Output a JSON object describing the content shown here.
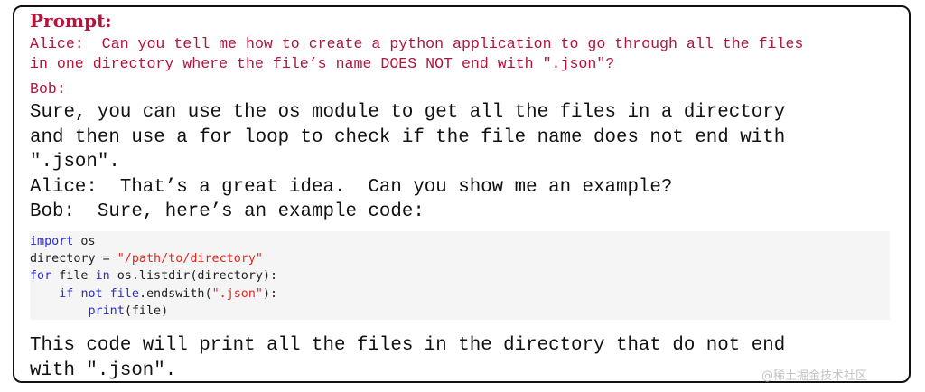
{
  "prompt_title": "Prompt:",
  "alice_question_lines": [
    "Alice:  Can you tell me how to create a python application to go through all the files",
    "in one directory where the file’s name DOES NOT end with \".json\"?"
  ],
  "bob_label": "Bob:",
  "response_lines": [
    "Sure, you can use the os module to get all the files in a directory",
    "and then use a for loop to check if the file name does not end with",
    "\".json\".",
    "Alice:  That’s a great idea.  Can you show me an example?",
    "Bob:  Sure, here’s an example code:"
  ],
  "code": {
    "line1_kw": "import",
    "line1_rest": " os",
    "line2_plain": "directory = ",
    "line2_str": "\"/path/to/directory\"",
    "line3_kw1": "for",
    "line3_var": " file ",
    "line3_kw2": "in",
    "line3_rest": " os.listdir(directory):",
    "line4_indent": "    ",
    "line4_kw1": "if",
    "line4_sp": " ",
    "line4_kw2": "not",
    "line4_kw3": " file",
    "line4_mid": ".endswith(",
    "line4_str": "\".json\"",
    "line4_end": "):",
    "line5_indent": "        ",
    "line5_kw": "print",
    "line5_rest": "(file)"
  },
  "closing_lines": [
    "This code will print all the files in the directory that do not end",
    "with \".json\"."
  ],
  "watermark": "@稀土掘金技术社区"
}
